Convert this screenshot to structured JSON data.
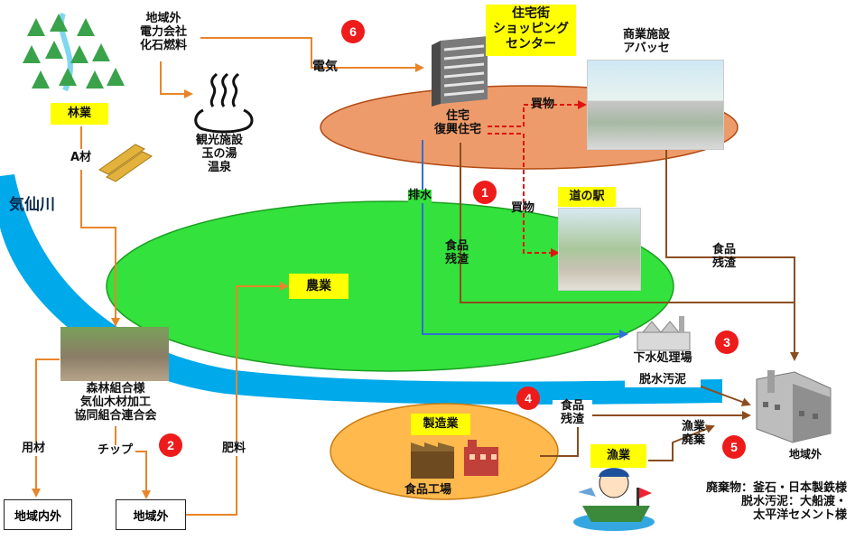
{
  "labels": {
    "forestry": "林業",
    "a_lumber": "A材",
    "power_source": [
      "地域外",
      "電力会社",
      "化石燃料"
    ],
    "electricity": "電気",
    "onsen": [
      "観光施設",
      "玉の湯",
      "温泉"
    ],
    "shopping_center": [
      "住宅街",
      "ショッピング",
      "センター"
    ],
    "commercial": [
      "商業施設",
      "アバッセ"
    ],
    "housing": [
      "住宅",
      "復興住宅"
    ],
    "shopping1": "買物",
    "shopping2": "買物",
    "michinoeki": "道の駅",
    "river": "気仙川",
    "drainage": "排水",
    "food_waste1": [
      "食品",
      "残渣"
    ],
    "food_waste2": [
      "食品",
      "残渣"
    ],
    "food_waste3": [
      "食品",
      "残渣"
    ],
    "agriculture": "農業",
    "sewage_plant": "下水処理場",
    "sludge": "脱水汚泥",
    "forest_union": [
      "森林組合様",
      "気仙木材加工",
      "協同組合連合会"
    ],
    "lumber_use": "用材",
    "chips": "チップ",
    "fertilizer": "肥料",
    "inside_outside": "地域内外",
    "outside1": "地域外",
    "outside2": "地域外",
    "manufacturing": "製造業",
    "food_factory": "食品工場",
    "fishery": "漁業",
    "fishery_waste": [
      "漁業",
      "廃棄"
    ],
    "disposal": [
      "廃棄物：釜石・日本製鉄様",
      "脱水汚泥：大船渡・",
      "太平洋セメント様"
    ]
  },
  "badges": [
    "1",
    "2",
    "3",
    "4",
    "5",
    "6"
  ],
  "icons": {
    "forest": "forest-icon",
    "hot_spring": "hot-spring-icon",
    "lumber": "lumber-icon",
    "building": "building-icon",
    "factory": "factory-icon",
    "sewage": "sewage-plant-icon",
    "fisherman": "fisherman-icon"
  },
  "colors": {
    "river": "#00a9ea",
    "agri_ellipse": "#33e23c",
    "residential_ellipse": "#ee9b6b",
    "manufacturing_ellipse": "#ffb94d",
    "orange_arrow": "#e8852a",
    "brown_arrow": "#8b4d1f",
    "blue_arrow": "#2f6fd0",
    "red_arrow": "#e0140f",
    "label_yellow": "#ffff00",
    "badge_red": "#ee1b1b"
  }
}
